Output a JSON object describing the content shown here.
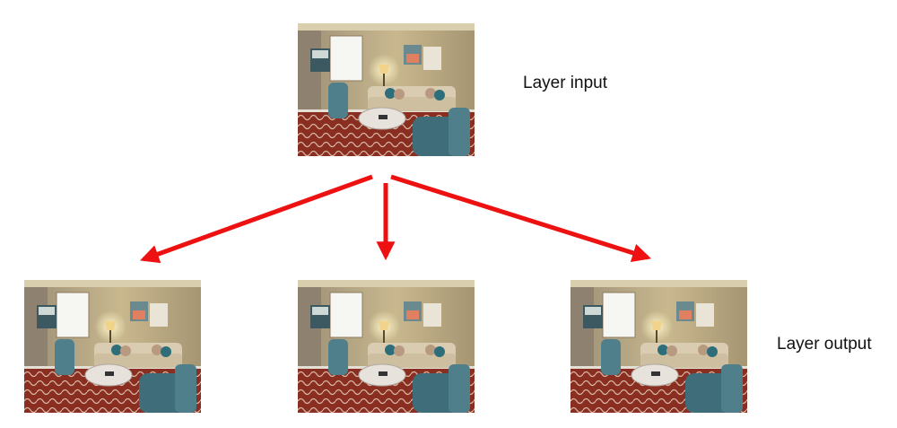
{
  "labels": {
    "input": "Layer input",
    "output": "Layer output"
  },
  "colors": {
    "arrow": "#ee1111",
    "wall": "#b8a886",
    "rug": "#8a2e22",
    "sofa": "#d9ccb0",
    "chair": "#4f7f8a"
  },
  "images": {
    "input": "living-room-photo",
    "outputs": [
      "living-room-photo",
      "living-room-photo",
      "living-room-photo"
    ]
  }
}
